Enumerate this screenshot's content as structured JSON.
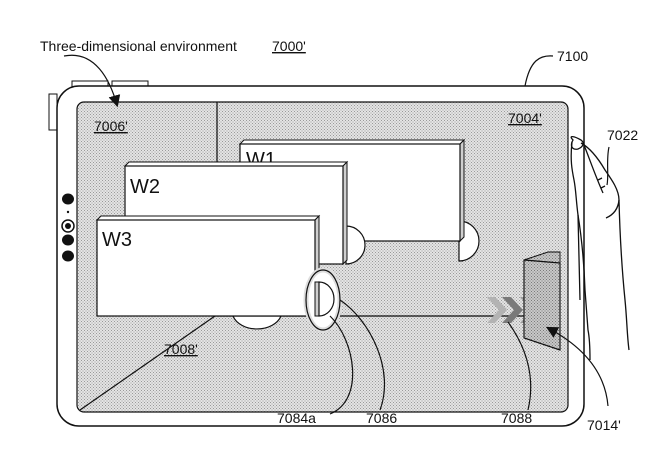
{
  "figure": {
    "caption": "Three-dimensional environment",
    "caption_ref": "7000'",
    "device_ref": "7100",
    "hand_ref": "7022",
    "regions": {
      "left_wall": "7006'",
      "back_wall": "7004'",
      "floor": "7008'"
    },
    "windows": [
      {
        "id": "W1",
        "label": "W1"
      },
      {
        "id": "W2",
        "label": "W2"
      },
      {
        "id": "W3",
        "label": "W3"
      }
    ],
    "callouts": {
      "grabber": "7084a",
      "highlight": "7086",
      "chevrons": "7088",
      "object": "7014'"
    },
    "colors": {
      "stroke": "#111111",
      "environment_fill": "#d6d6d6",
      "object_fill": "#bdbdbd",
      "chevron_fill": "#8a8a8a"
    }
  }
}
